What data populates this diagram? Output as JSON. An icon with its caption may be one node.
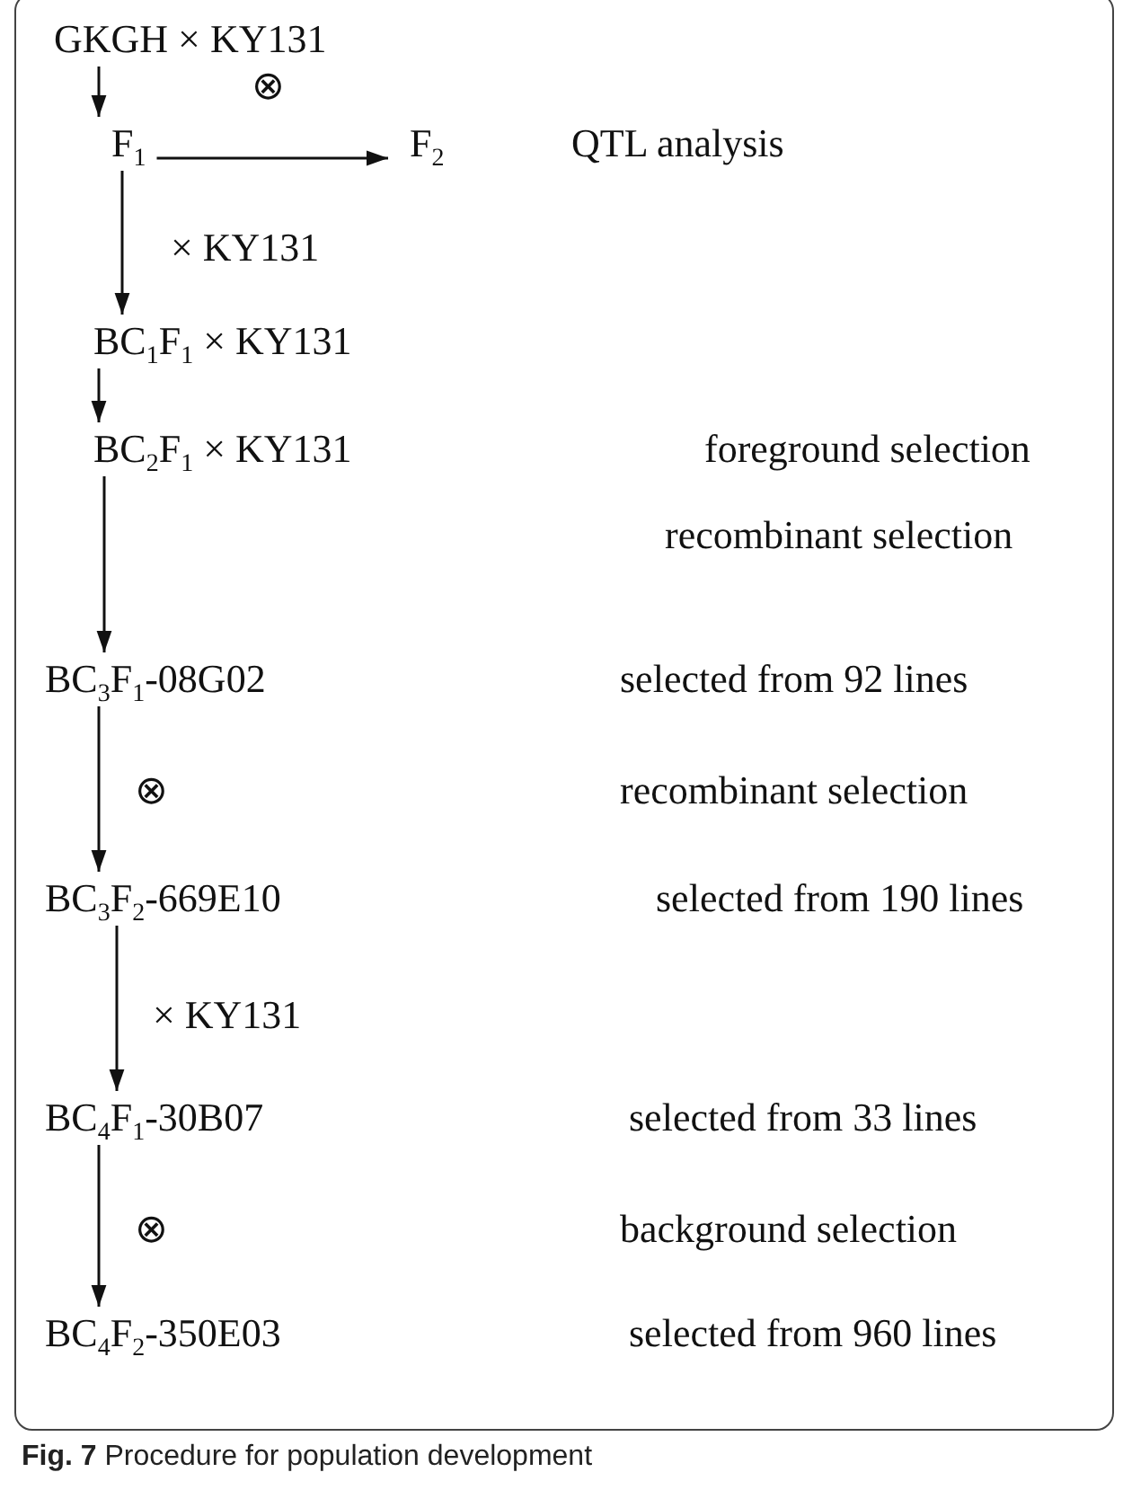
{
  "diagram": {
    "caption": "**Fig. 7** Procedure for population development",
    "nodes": [
      {
        "text": [
          "GKGH × KY131"
        ]
      },
      {
        "text": [
          "F$_{1}$"
        ]
      },
      {
        "text": [
          "F$_{2}$"
        ]
      },
      {
        "text": [
          "BC$_{1}$F$_{1}$ × KY131"
        ]
      },
      {
        "text": [
          "BC$_{2}$F$_{1}$ × KY131"
        ]
      },
      {
        "text": [
          "BC$_{3}$F$_{1}$-08G02"
        ]
      },
      {
        "text": [
          "BC$_{3}$F$_{2}$-669E10"
        ]
      },
      {
        "text": [
          "BC$_{4}$F$_{1}$-30B07"
        ]
      },
      {
        "text": [
          "BC$_{4}$F$_{2}$-350E03"
        ]
      }
    ],
    "edges": [
      {
        "from": 0,
        "to": 1,
        "arrow": "to"
      },
      {
        "from": 1,
        "to": 2,
        "arrow": "to",
        "label": "⊗"
      },
      {
        "from": 1,
        "to": 3,
        "arrow": "to",
        "label": "× KY131"
      },
      {
        "from": 3,
        "to": 4,
        "arrow": "to"
      },
      {
        "from": 4,
        "to": 5,
        "arrow": "to"
      },
      {
        "from": 5,
        "to": 6,
        "arrow": "to",
        "label": "⊗"
      },
      {
        "from": 6,
        "to": 7,
        "arrow": "to",
        "label": "× KY131"
      },
      {
        "from": 7,
        "to": 8,
        "arrow": "to",
        "label": "⊗"
      }
    ],
    "labels": [
      "QTL analysis",
      "foreground selection",
      "recombinant selection",
      "selected from 92 lines",
      "recombinant selection",
      "selected from 190 lines",
      "selected from 33 lines",
      "background selection",
      "selected from 960 lines"
    ]
  }
}
